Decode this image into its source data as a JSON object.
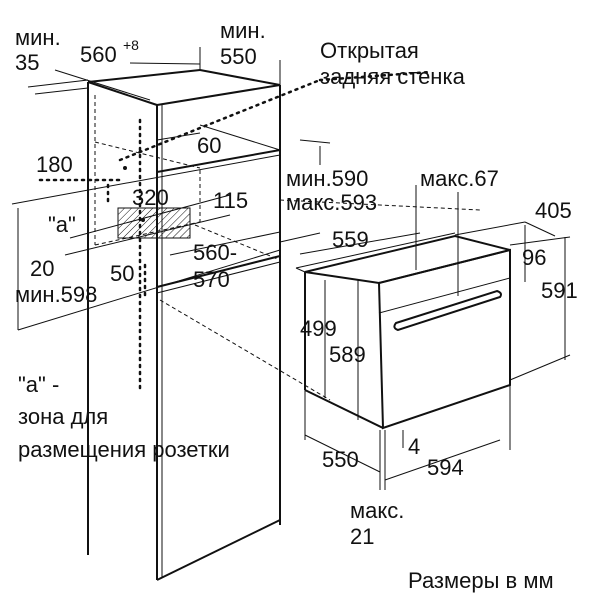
{
  "labels": {
    "min35_a": "мин.",
    "min35_b": "35",
    "w560": "560",
    "w560_tol": "+8",
    "min550_a": "мин.",
    "min550_b": "550",
    "open_back_1": "Открытая",
    "open_back_2": "задняя стенка",
    "d60": "60",
    "d180": "180",
    "d320": "320",
    "d115": "115",
    "a_label": "\"a\"",
    "d20": "20",
    "d50": "50",
    "d560_570_a": "560-",
    "d560_570_b": "570",
    "min598": "мин.598",
    "min590": "мин.590",
    "max593": "макс.593",
    "max67": "макс.67",
    "d405": "405",
    "d559": "559",
    "d96": "96",
    "d591": "591",
    "d499": "499",
    "d589": "589",
    "d4": "4",
    "d550": "550",
    "d594": "594",
    "max21_a": "макс.",
    "max21_b": "21",
    "a_note_1": "\"a\" -",
    "a_note_2": "зона для",
    "a_note_3": "размещения розетки",
    "units": "Размеры в мм"
  }
}
